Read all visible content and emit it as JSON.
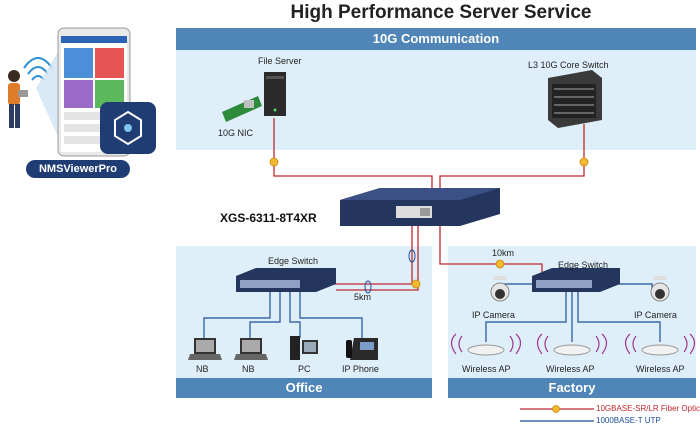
{
  "title": "High Performance Server Service",
  "zones": {
    "top": "10G Communication",
    "office": "Office",
    "factory": "Factory"
  },
  "app": {
    "name": "NMSViewerPro"
  },
  "devices": {
    "file_server": "File Server",
    "nic": "10G NIC",
    "core_switch": "L3 10G Core Switch",
    "main_switch": "XGS-6311-8T4XR",
    "edge_office": "Edge Switch",
    "edge_factory": "Edge Switch",
    "nb1": "NB",
    "nb2": "NB",
    "pc": "PC",
    "phone": "IP Phone",
    "cam_left": "IP Camera",
    "cam_right": "IP Camera",
    "ap1": "Wireless AP",
    "ap2": "Wireless AP",
    "ap3": "Wireless AP"
  },
  "distances": {
    "office": "5km",
    "factory": "10km"
  },
  "legend": {
    "fiber": "10GBASE-SR/LR Fiber Optic",
    "utp": "1000BASE-T UTP",
    "fiber_color": "#c0282e",
    "utp_color": "#1d4e9b"
  }
}
